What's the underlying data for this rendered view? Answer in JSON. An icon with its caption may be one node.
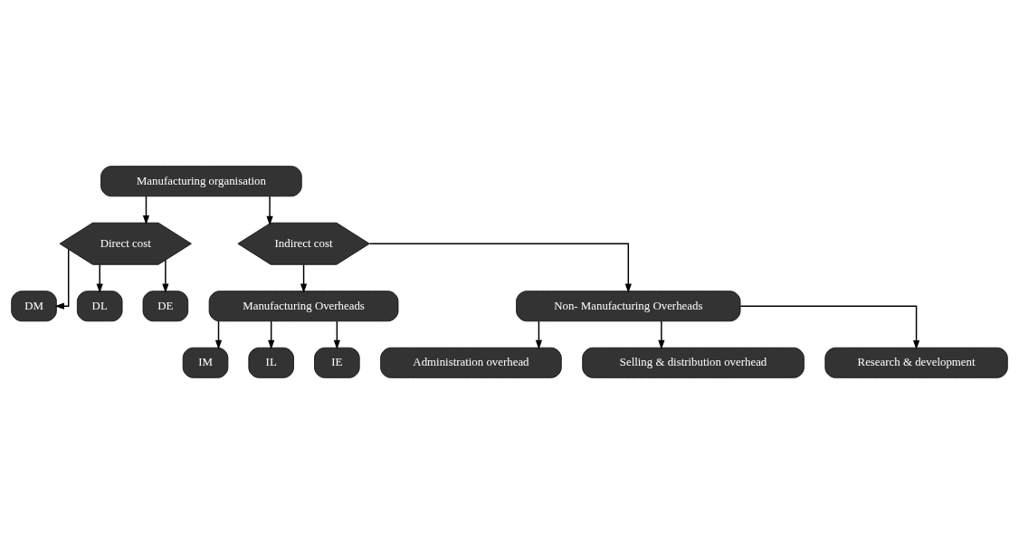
{
  "diagram": {
    "nodes": [
      {
        "text": [
          "Manufacturing organisation"
        ]
      },
      {
        "text": [
          "Direct cost"
        ]
      },
      {
        "text": [
          "Indirect cost"
        ]
      },
      {
        "text": [
          "DM"
        ]
      },
      {
        "text": [
          "DL"
        ]
      },
      {
        "text": [
          "DE"
        ]
      },
      {
        "text": [
          "Manufacturing Overheads"
        ]
      },
      {
        "text": [
          "Non- Manufacturing Overheads"
        ]
      },
      {
        "text": [
          "IM"
        ]
      },
      {
        "text": [
          "IL"
        ]
      },
      {
        "text": [
          "IE"
        ]
      },
      {
        "text": [
          "Administration overhead"
        ]
      },
      {
        "text": [
          "Selling & distribution overhead"
        ]
      },
      {
        "text": [
          "Research & development"
        ]
      }
    ],
    "edges": [
      {
        "from": 0,
        "to": 1,
        "arrow": "to"
      },
      {
        "from": 0,
        "to": 2,
        "arrow": "to"
      },
      {
        "from": 1,
        "to": 3,
        "arrow": "to"
      },
      {
        "from": 1,
        "to": 4,
        "arrow": "to"
      },
      {
        "from": 1,
        "to": 5,
        "arrow": "to"
      },
      {
        "from": 2,
        "to": 6,
        "arrow": "to"
      },
      {
        "from": 2,
        "to": 7,
        "arrow": "to"
      },
      {
        "from": 6,
        "to": 8,
        "arrow": "to"
      },
      {
        "from": 6,
        "to": 9,
        "arrow": "to"
      },
      {
        "from": 6,
        "to": 10,
        "arrow": "to"
      },
      {
        "from": 7,
        "to": 11,
        "arrow": "to"
      },
      {
        "from": 7,
        "to": 12,
        "arrow": "to"
      },
      {
        "from": 7,
        "to": 13,
        "arrow": "to"
      }
    ]
  }
}
